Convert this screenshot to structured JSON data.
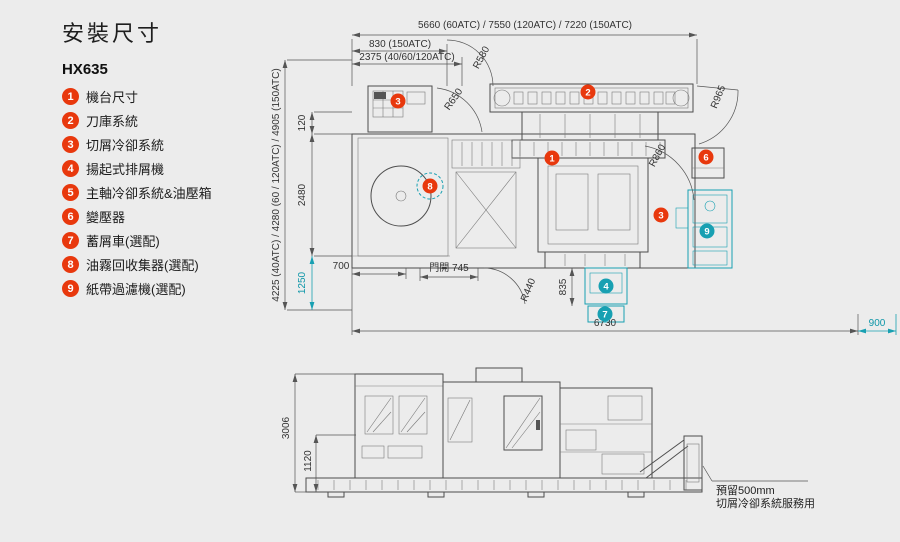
{
  "header": {
    "title": "安裝尺寸",
    "model": "HX635"
  },
  "legend": [
    {
      "num": "1",
      "label": "機台尺寸"
    },
    {
      "num": "2",
      "label": "刀庫系統"
    },
    {
      "num": "3",
      "label": "切屑冷卻系統"
    },
    {
      "num": "4",
      "label": "揚起式排屑機"
    },
    {
      "num": "5",
      "label": "主軸冷卻系統&油壓箱"
    },
    {
      "num": "6",
      "label": "變壓器"
    },
    {
      "num": "7",
      "label": "蓄屑車(選配)"
    },
    {
      "num": "8",
      "label": "油霧回收集器(選配)"
    },
    {
      "num": "9",
      "label": "紙帶過濾機(選配)"
    }
  ],
  "plan_view": {
    "dims": {
      "overall_width": "5660 (60ATC) / 7550 (120ATC) / 7220 (150ATC)",
      "atc_offset_830": "830 (150ATC)",
      "atc_width_2375": "2375 (40/60/120ATC)",
      "overall_depth": "4225 (40ATC) / 4280 (60 / 120ATC) / 4905 (150ATC)",
      "d120": "120",
      "d2480": "2480",
      "d1250": "1250",
      "d700": "700",
      "door_open": "門開 745",
      "d835": "835",
      "d6730": "6730",
      "d900": "900"
    },
    "radii": {
      "r580": "R580",
      "r650": "R650",
      "r965": "R965",
      "r860": "R860",
      "r440": "R440"
    },
    "markers": [
      "3",
      "2",
      "1",
      "8",
      "6",
      "3",
      "9",
      "4",
      "7"
    ]
  },
  "side_view": {
    "dims": {
      "height_3006": "3006",
      "height_1120": "1120"
    },
    "note_line1": "預留500mm",
    "note_line2": "切屑冷卻系統服務用"
  },
  "colors": {
    "marker_red": "#e8380d",
    "accent_teal": "#18a0b2",
    "line": "#555555",
    "background": "#ececec"
  }
}
